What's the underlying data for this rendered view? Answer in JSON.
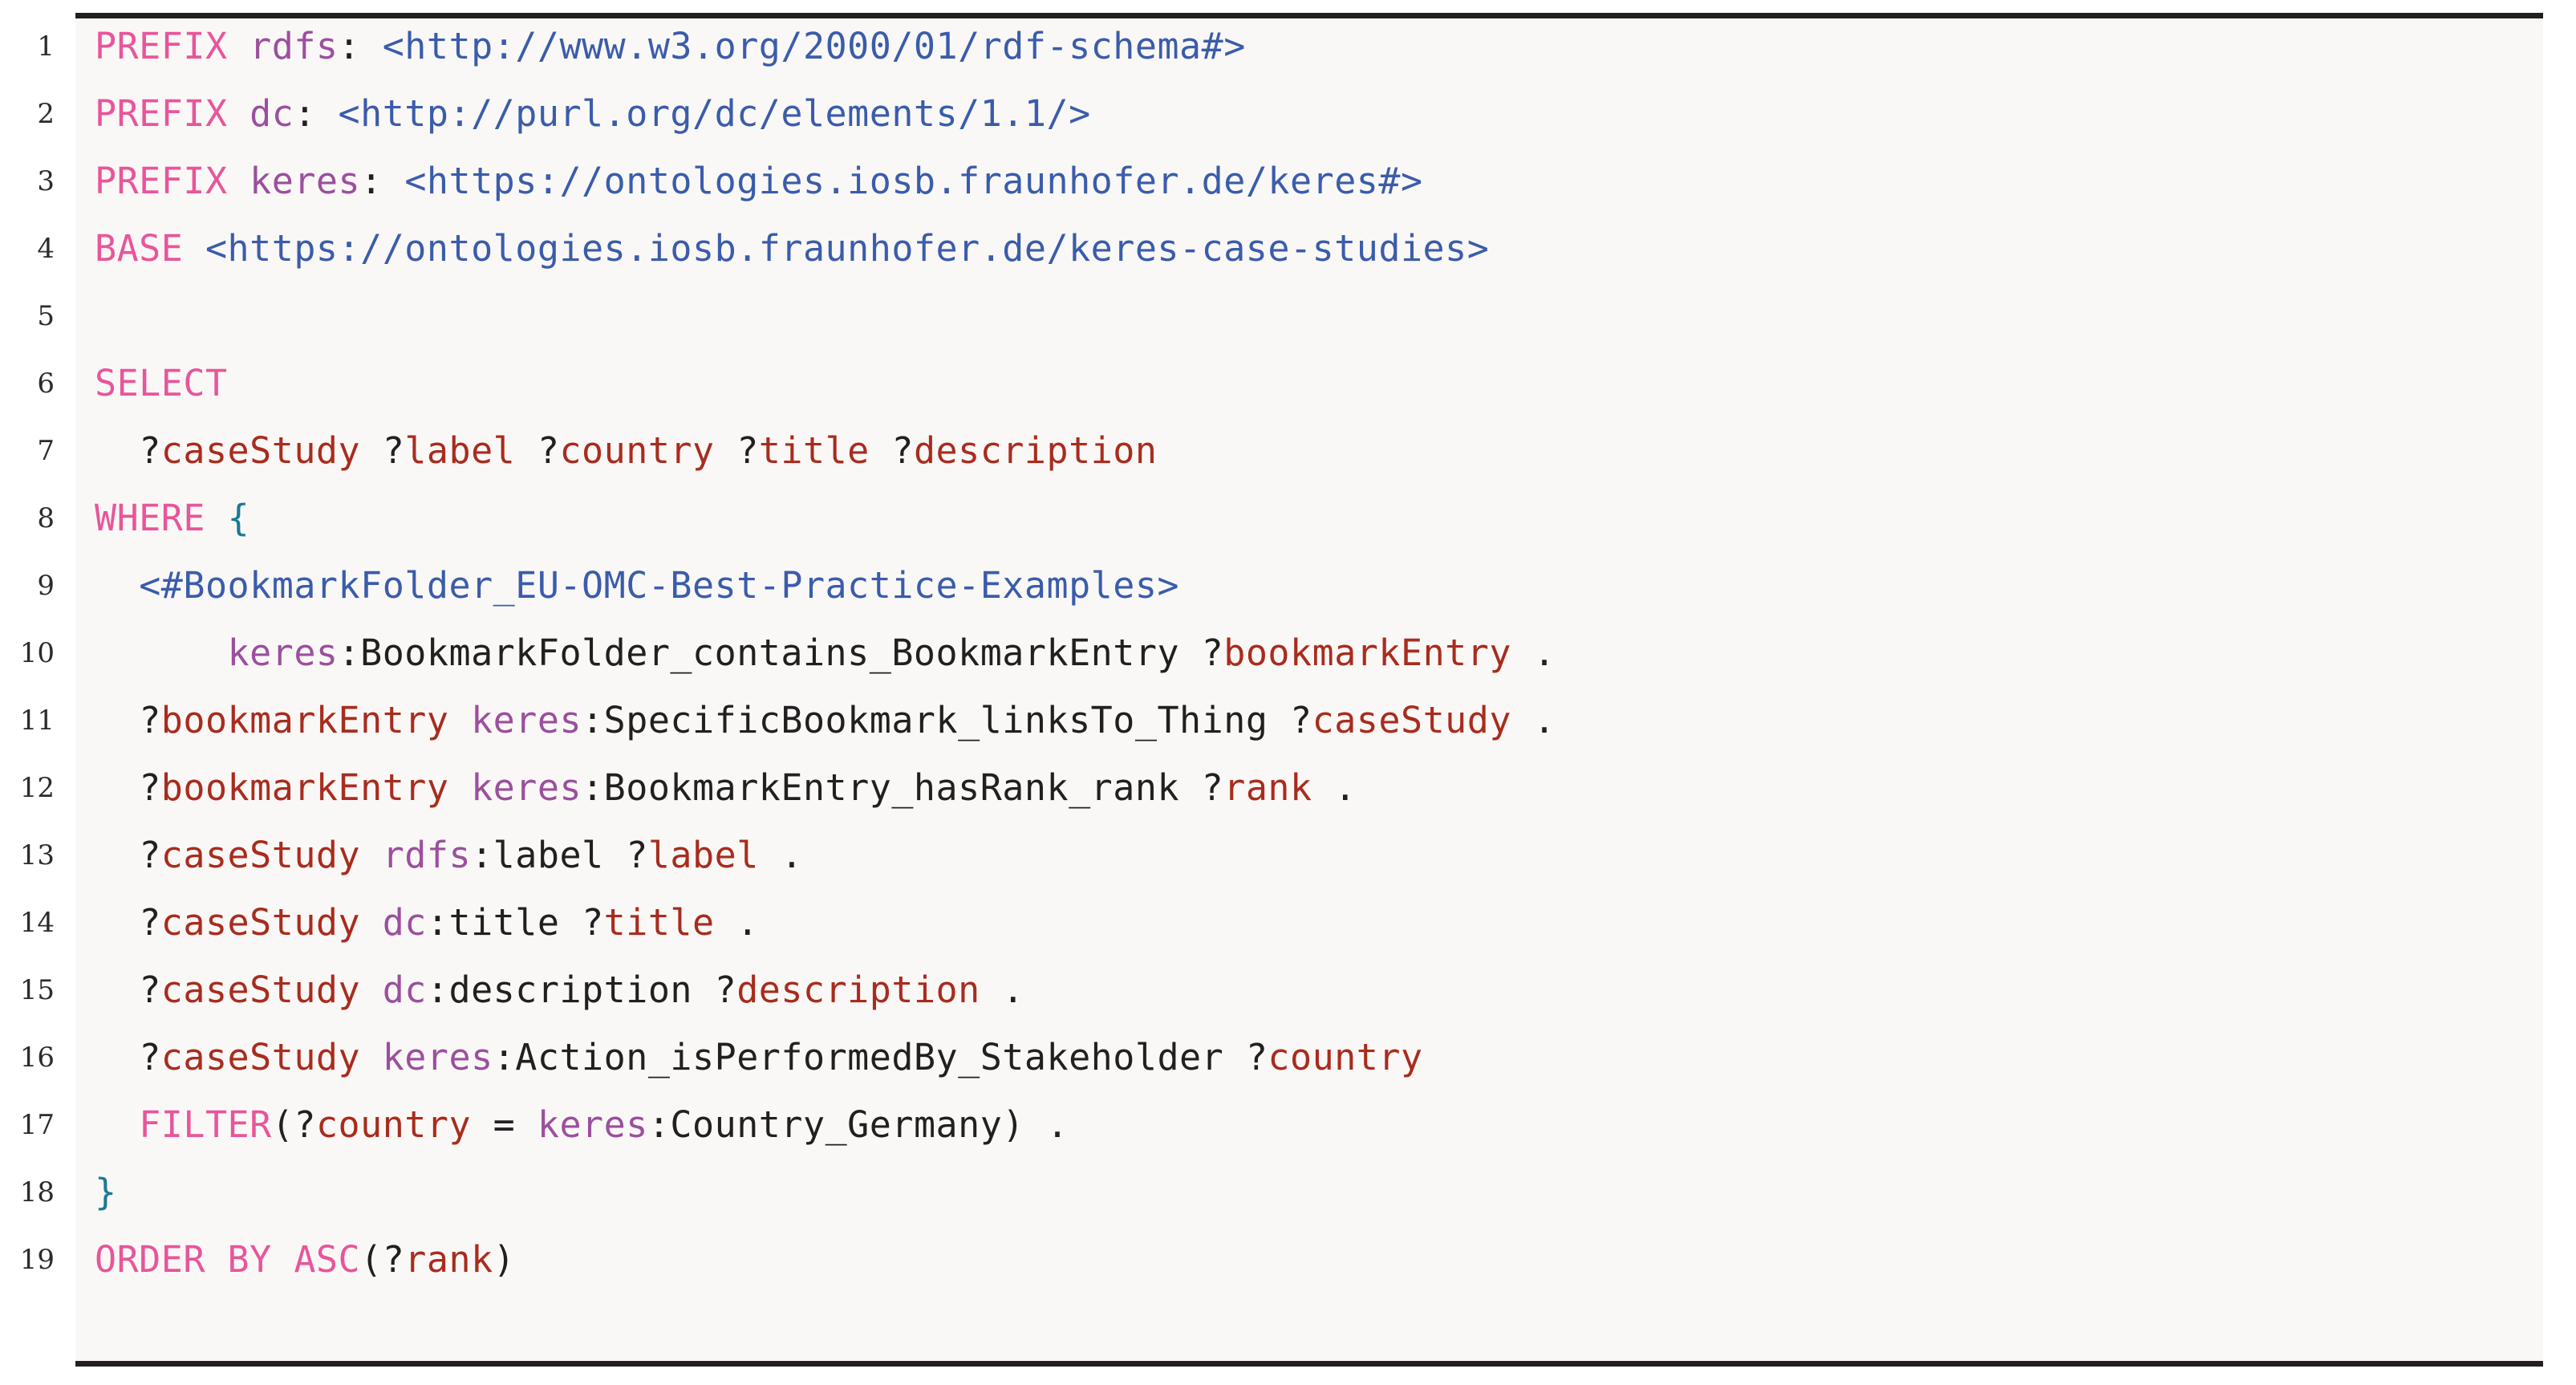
{
  "document": {
    "kind": "code-listing",
    "language": "SPARQL",
    "line_count": 19
  },
  "theme": {
    "page_background": "#ffffff",
    "code_background": "#faf8f6",
    "frame_rule": "#231f20",
    "line_number_color": "#2b2b2b",
    "keyword": "#e8559a",
    "prefix_name": "#9b4f9e",
    "uri": "#3a5cab",
    "variable": "#a82c1e",
    "brace": "#1a7a96",
    "punctuation": "#231f20"
  },
  "lines": [
    {
      "n": "1",
      "text": "PREFIX rdfs: <http://www.w3.org/2000/01/rdf-schema#>",
      "tokens": [
        {
          "t": "PREFIX",
          "c": "kw"
        },
        {
          "t": " ",
          "c": "plain"
        },
        {
          "t": "rdfs",
          "c": "pfx"
        },
        {
          "t": ":",
          "c": "punc"
        },
        {
          "t": " ",
          "c": "plain"
        },
        {
          "t": "<http://www.w3.org/2000/01/rdf-schema#>",
          "c": "uri"
        }
      ]
    },
    {
      "n": "2",
      "text": "PREFIX dc: <http://purl.org/dc/elements/1.1/>",
      "tokens": [
        {
          "t": "PREFIX",
          "c": "kw"
        },
        {
          "t": " ",
          "c": "plain"
        },
        {
          "t": "dc",
          "c": "pfx"
        },
        {
          "t": ":",
          "c": "punc"
        },
        {
          "t": " ",
          "c": "plain"
        },
        {
          "t": "<http://purl.org/dc/elements/1.1/>",
          "c": "uri"
        }
      ]
    },
    {
      "n": "3",
      "text": "PREFIX keres: <https://ontologies.iosb.fraunhofer.de/keres#>",
      "tokens": [
        {
          "t": "PREFIX",
          "c": "kw"
        },
        {
          "t": " ",
          "c": "plain"
        },
        {
          "t": "keres",
          "c": "pfx"
        },
        {
          "t": ":",
          "c": "punc"
        },
        {
          "t": " ",
          "c": "plain"
        },
        {
          "t": "<https://ontologies.iosb.fraunhofer.de/keres#>",
          "c": "uri"
        }
      ]
    },
    {
      "n": "4",
      "text": "BASE <https://ontologies.iosb.fraunhofer.de/keres-case-studies>",
      "tokens": [
        {
          "t": "BASE",
          "c": "kw"
        },
        {
          "t": " ",
          "c": "plain"
        },
        {
          "t": "<https://ontologies.iosb.fraunhofer.de/keres-case-studies>",
          "c": "uri"
        }
      ]
    },
    {
      "n": "5",
      "text": "",
      "tokens": []
    },
    {
      "n": "6",
      "text": "SELECT",
      "tokens": [
        {
          "t": "SELECT",
          "c": "kw"
        }
      ]
    },
    {
      "n": "7",
      "text": "  ?caseStudy ?label ?country ?title ?description",
      "tokens": [
        {
          "t": "  ",
          "c": "plain"
        },
        {
          "t": "?",
          "c": "punc"
        },
        {
          "t": "caseStudy",
          "c": "var"
        },
        {
          "t": " ",
          "c": "plain"
        },
        {
          "t": "?",
          "c": "punc"
        },
        {
          "t": "label",
          "c": "var"
        },
        {
          "t": " ",
          "c": "plain"
        },
        {
          "t": "?",
          "c": "punc"
        },
        {
          "t": "country",
          "c": "var"
        },
        {
          "t": " ",
          "c": "plain"
        },
        {
          "t": "?",
          "c": "punc"
        },
        {
          "t": "title",
          "c": "var"
        },
        {
          "t": " ",
          "c": "plain"
        },
        {
          "t": "?",
          "c": "punc"
        },
        {
          "t": "description",
          "c": "var"
        }
      ]
    },
    {
      "n": "8",
      "text": "WHERE {",
      "tokens": [
        {
          "t": "WHERE",
          "c": "kw"
        },
        {
          "t": " ",
          "c": "plain"
        },
        {
          "t": "{",
          "c": "brace"
        }
      ]
    },
    {
      "n": "9",
      "text": "  <#BookmarkFolder_EU-OMC-Best-Practice-Examples>",
      "tokens": [
        {
          "t": "  ",
          "c": "plain"
        },
        {
          "t": "<#BookmarkFolder_EU-OMC-Best-Practice-Examples>",
          "c": "uri"
        }
      ]
    },
    {
      "n": "10",
      "text": "      keres:BookmarkFolder_contains_BookmarkEntry ?bookmarkEntry .",
      "tokens": [
        {
          "t": "      ",
          "c": "plain"
        },
        {
          "t": "keres",
          "c": "pfx"
        },
        {
          "t": ":BookmarkFolder_contains_BookmarkEntry",
          "c": "punc"
        },
        {
          "t": " ",
          "c": "plain"
        },
        {
          "t": "?",
          "c": "punc"
        },
        {
          "t": "bookmarkEntry",
          "c": "var"
        },
        {
          "t": " .",
          "c": "punc"
        }
      ]
    },
    {
      "n": "11",
      "text": "  ?bookmarkEntry keres:SpecificBookmark_linksTo_Thing ?caseStudy .",
      "tokens": [
        {
          "t": "  ",
          "c": "plain"
        },
        {
          "t": "?",
          "c": "punc"
        },
        {
          "t": "bookmarkEntry",
          "c": "var"
        },
        {
          "t": " ",
          "c": "plain"
        },
        {
          "t": "keres",
          "c": "pfx"
        },
        {
          "t": ":SpecificBookmark_linksTo_Thing",
          "c": "punc"
        },
        {
          "t": " ",
          "c": "plain"
        },
        {
          "t": "?",
          "c": "punc"
        },
        {
          "t": "caseStudy",
          "c": "var"
        },
        {
          "t": " .",
          "c": "punc"
        }
      ]
    },
    {
      "n": "12",
      "text": "  ?bookmarkEntry keres:BookmarkEntry_hasRank_rank ?rank .",
      "tokens": [
        {
          "t": "  ",
          "c": "plain"
        },
        {
          "t": "?",
          "c": "punc"
        },
        {
          "t": "bookmarkEntry",
          "c": "var"
        },
        {
          "t": " ",
          "c": "plain"
        },
        {
          "t": "keres",
          "c": "pfx"
        },
        {
          "t": ":BookmarkEntry_hasRank_rank",
          "c": "punc"
        },
        {
          "t": " ",
          "c": "plain"
        },
        {
          "t": "?",
          "c": "punc"
        },
        {
          "t": "rank",
          "c": "var"
        },
        {
          "t": " .",
          "c": "punc"
        }
      ]
    },
    {
      "n": "13",
      "text": "  ?caseStudy rdfs:label ?label .",
      "tokens": [
        {
          "t": "  ",
          "c": "plain"
        },
        {
          "t": "?",
          "c": "punc"
        },
        {
          "t": "caseStudy",
          "c": "var"
        },
        {
          "t": " ",
          "c": "plain"
        },
        {
          "t": "rdfs",
          "c": "pfx"
        },
        {
          "t": ":label",
          "c": "punc"
        },
        {
          "t": " ",
          "c": "plain"
        },
        {
          "t": "?",
          "c": "punc"
        },
        {
          "t": "label",
          "c": "var"
        },
        {
          "t": " .",
          "c": "punc"
        }
      ]
    },
    {
      "n": "14",
      "text": "  ?caseStudy dc:title ?title .",
      "tokens": [
        {
          "t": "  ",
          "c": "plain"
        },
        {
          "t": "?",
          "c": "punc"
        },
        {
          "t": "caseStudy",
          "c": "var"
        },
        {
          "t": " ",
          "c": "plain"
        },
        {
          "t": "dc",
          "c": "pfx"
        },
        {
          "t": ":title",
          "c": "punc"
        },
        {
          "t": " ",
          "c": "plain"
        },
        {
          "t": "?",
          "c": "punc"
        },
        {
          "t": "title",
          "c": "var"
        },
        {
          "t": " .",
          "c": "punc"
        }
      ]
    },
    {
      "n": "15",
      "text": "  ?caseStudy dc:description ?description .",
      "tokens": [
        {
          "t": "  ",
          "c": "plain"
        },
        {
          "t": "?",
          "c": "punc"
        },
        {
          "t": "caseStudy",
          "c": "var"
        },
        {
          "t": " ",
          "c": "plain"
        },
        {
          "t": "dc",
          "c": "pfx"
        },
        {
          "t": ":description",
          "c": "punc"
        },
        {
          "t": " ",
          "c": "plain"
        },
        {
          "t": "?",
          "c": "punc"
        },
        {
          "t": "description",
          "c": "var"
        },
        {
          "t": " .",
          "c": "punc"
        }
      ]
    },
    {
      "n": "16",
      "text": "  ?caseStudy keres:Action_isPerformedBy_Stakeholder ?country",
      "tokens": [
        {
          "t": "  ",
          "c": "plain"
        },
        {
          "t": "?",
          "c": "punc"
        },
        {
          "t": "caseStudy",
          "c": "var"
        },
        {
          "t": " ",
          "c": "plain"
        },
        {
          "t": "keres",
          "c": "pfx"
        },
        {
          "t": ":Action_isPerformedBy_Stakeholder",
          "c": "punc"
        },
        {
          "t": " ",
          "c": "plain"
        },
        {
          "t": "?",
          "c": "punc"
        },
        {
          "t": "country",
          "c": "var"
        }
      ]
    },
    {
      "n": "17",
      "text": "  FILTER(?country = keres:Country_Germany) .",
      "tokens": [
        {
          "t": "  ",
          "c": "plain"
        },
        {
          "t": "FILTER",
          "c": "kw"
        },
        {
          "t": "(",
          "c": "punc"
        },
        {
          "t": "?",
          "c": "punc"
        },
        {
          "t": "country",
          "c": "var"
        },
        {
          "t": " = ",
          "c": "punc"
        },
        {
          "t": "keres",
          "c": "pfx"
        },
        {
          "t": ":Country_Germany",
          "c": "punc"
        },
        {
          "t": ") .",
          "c": "punc"
        }
      ]
    },
    {
      "n": "18",
      "text": "}",
      "tokens": [
        {
          "t": "}",
          "c": "brace"
        }
      ]
    },
    {
      "n": "19",
      "text": "ORDER BY ASC(?rank)",
      "tokens": [
        {
          "t": "ORDER BY ASC",
          "c": "kw"
        },
        {
          "t": "(",
          "c": "punc"
        },
        {
          "t": "?",
          "c": "punc"
        },
        {
          "t": "rank",
          "c": "var"
        },
        {
          "t": ")",
          "c": "punc"
        }
      ]
    }
  ]
}
